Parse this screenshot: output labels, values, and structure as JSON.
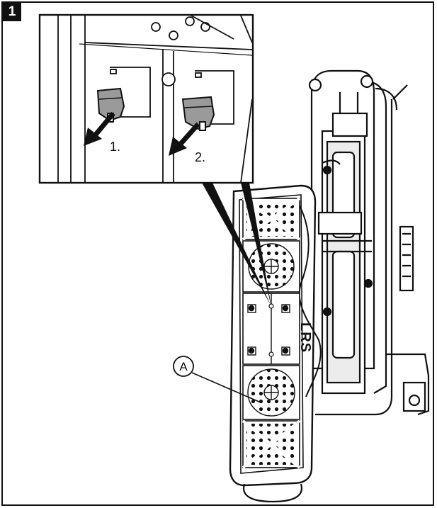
{
  "step": {
    "number": "1"
  },
  "callouts": {
    "step1": "1.",
    "step2": "2.",
    "part_a": "A"
  },
  "logo": {
    "text": "LRS"
  },
  "colors": {
    "ink": "#111111",
    "paper": "#ffffff",
    "grey": "#9a9a9a",
    "light": "#e6e6e6"
  }
}
